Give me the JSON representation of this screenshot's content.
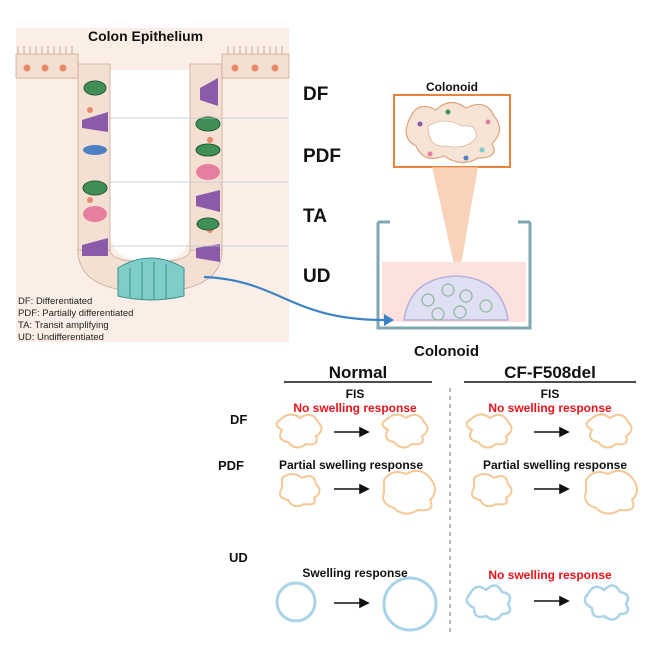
{
  "epithelium": {
    "title": "Colon Epithelium",
    "zones": [
      "DF",
      "PDF",
      "TA",
      "UD"
    ],
    "legend": [
      "DF: Differentiated",
      "PDF: Partially differentiated",
      "TA: Transit amplifying",
      "UD: Undifferentiated"
    ]
  },
  "culture": {
    "inset_title": "Colonoid",
    "dish_caption": "Colonoid"
  },
  "comparison": {
    "columns": [
      "Normal",
      "CF-F508del"
    ],
    "rows": [
      {
        "label": "DF",
        "normal_assay": "FIS",
        "normal_response": "No swelling response",
        "cf_assay": "FIS",
        "cf_response": "No swelling response"
      },
      {
        "label": "PDF",
        "normal_response": "Partial swelling response",
        "cf_response": "Partial swelling response"
      },
      {
        "label": "UD",
        "normal_response": "Swelling response",
        "cf_response": "No swelling response"
      }
    ]
  },
  "colors": {
    "organoid_outline": "#f5c896",
    "cyst_outline": "#a9d3e8",
    "response_red": "#e8141b",
    "inset_border": "#e7843a",
    "arrow_blue": "#3b82c8"
  }
}
